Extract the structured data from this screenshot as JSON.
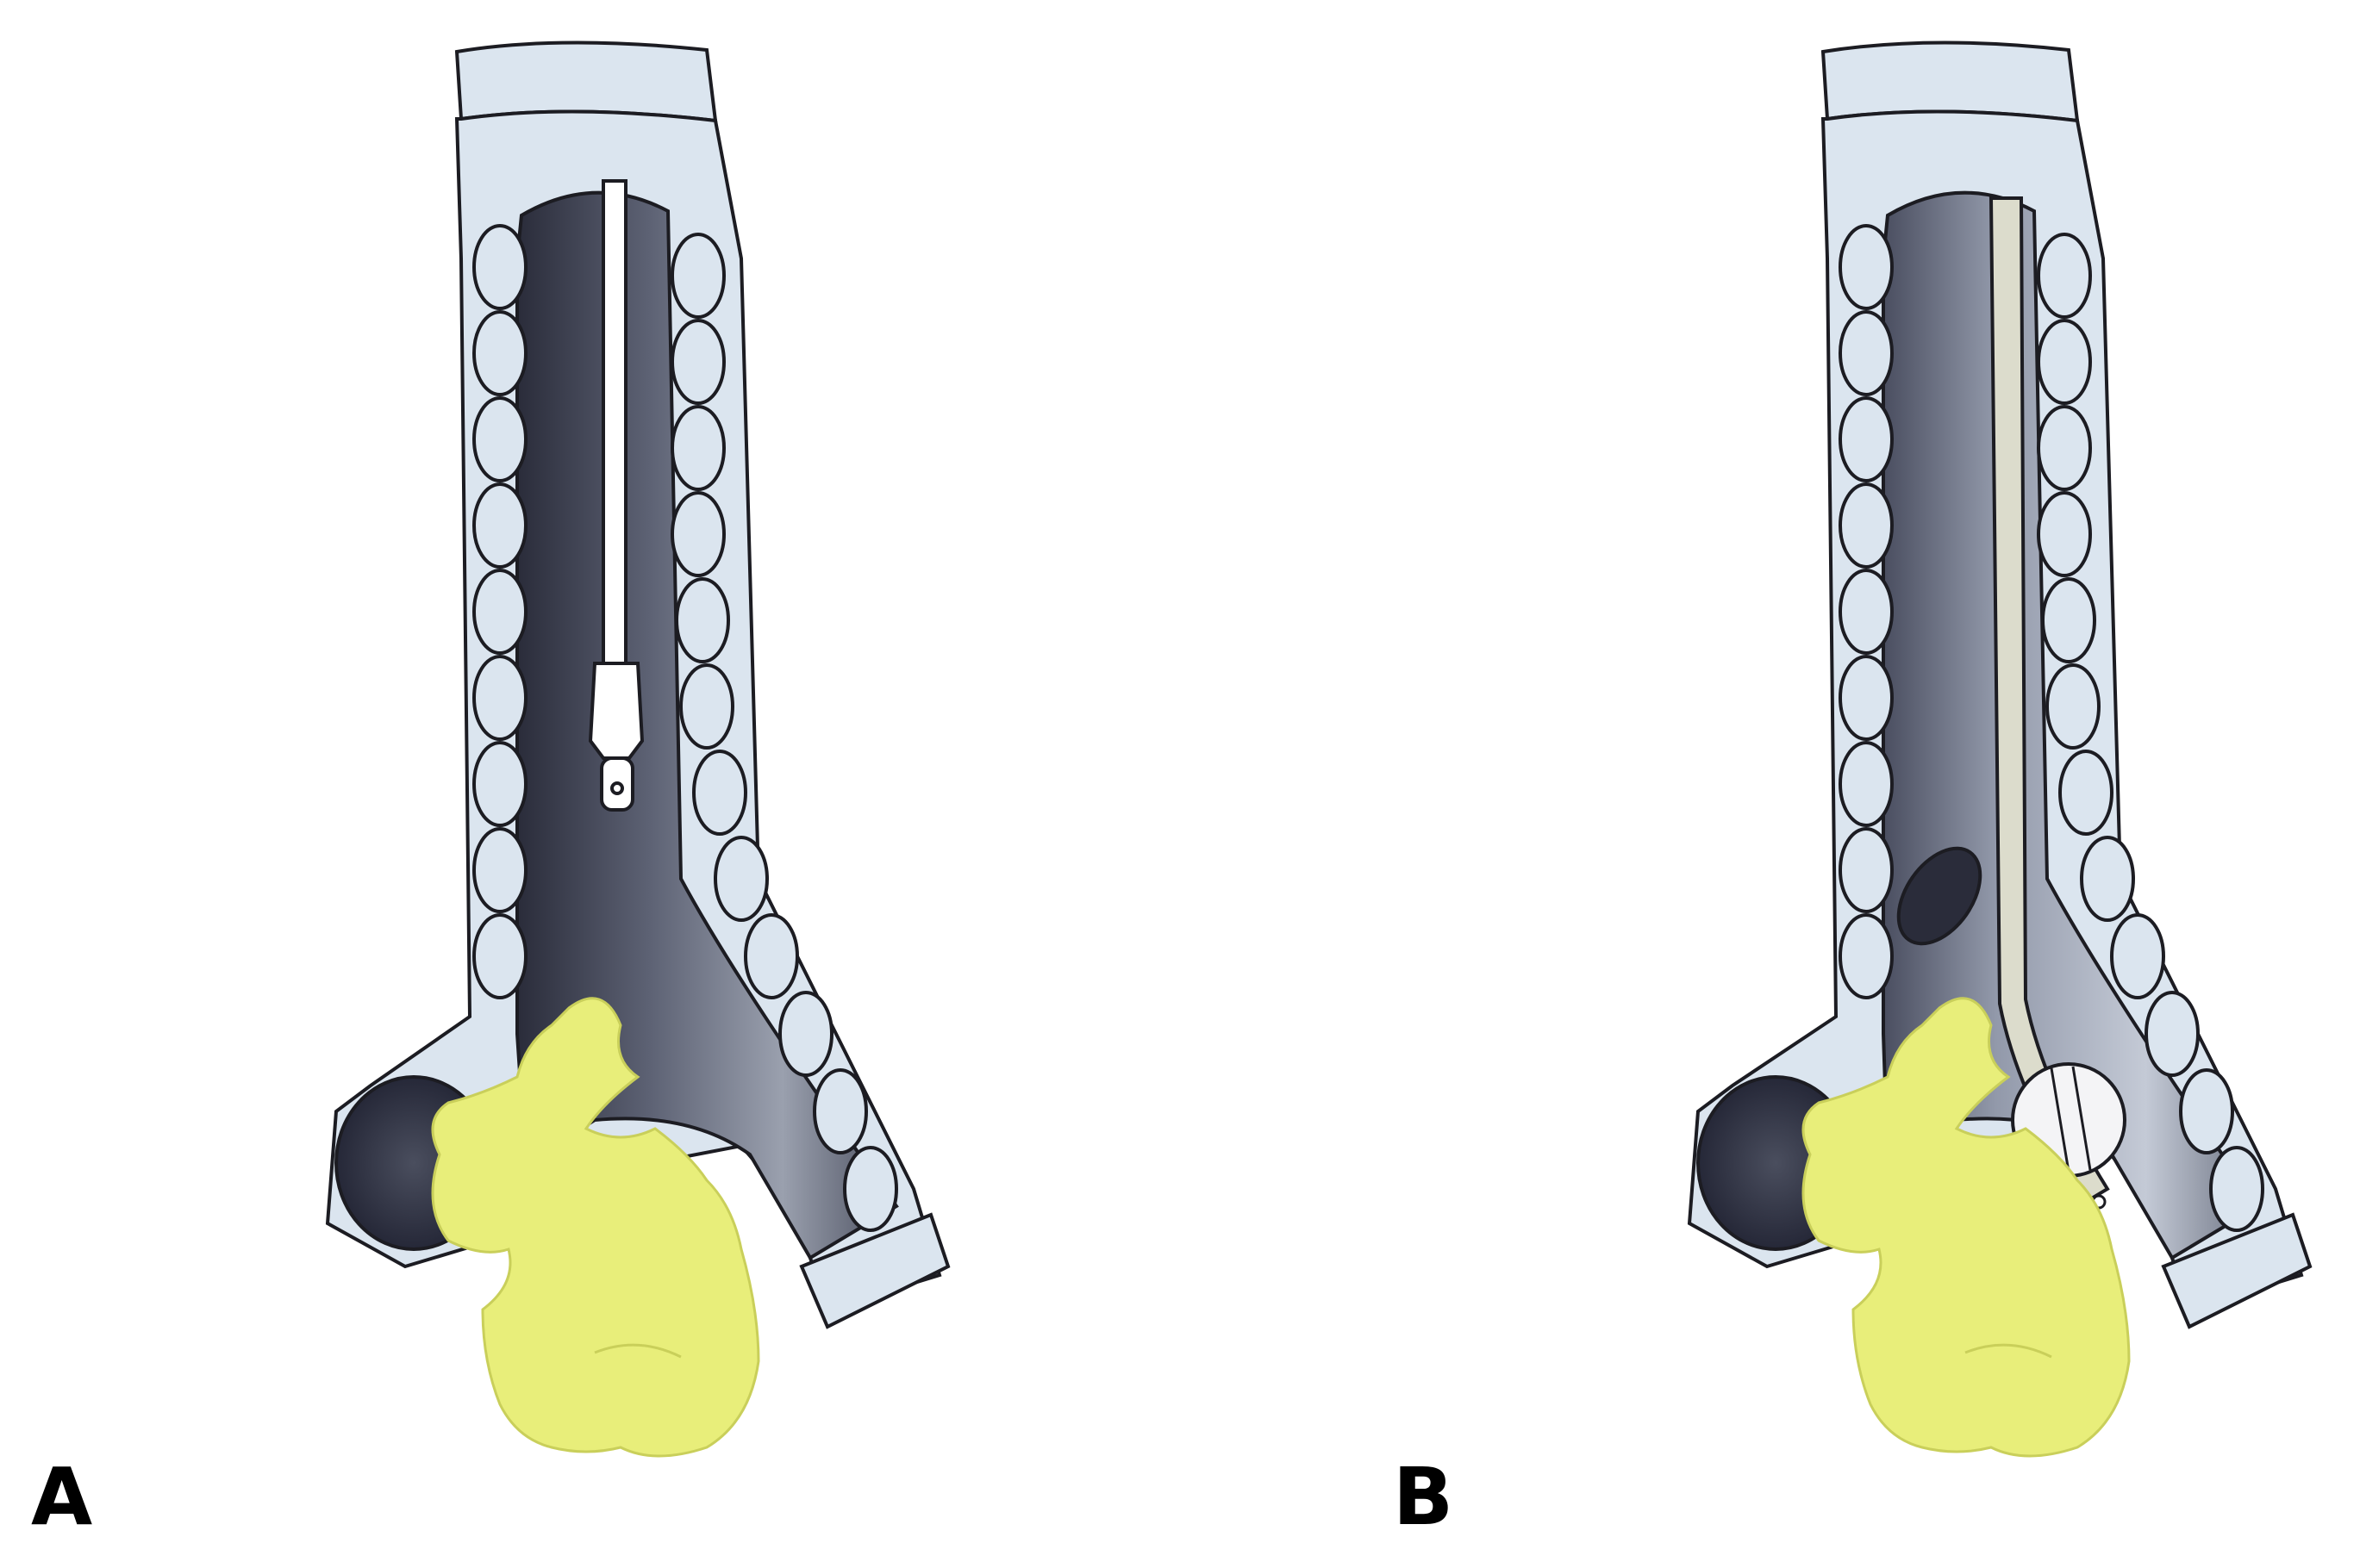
{
  "panels": [
    {
      "label": "A",
      "tube": "short",
      "side_hole": false,
      "balloon": false
    },
    {
      "label": "B",
      "tube": "long",
      "side_hole": true,
      "balloon": true
    }
  ],
  "colors": {
    "cartilage": "#dbe5ef",
    "cartilage_line": "#1c1c22",
    "lumen_dark": "#2a2c3a",
    "lumen_mid": "#6b7080",
    "lumen_light": "#c8ccd6",
    "tumor": "#e8ee7a",
    "tube_fill": "#ffffff",
    "long_tube_fill": "#dcdccc",
    "balloon": "#f4f4f6"
  }
}
